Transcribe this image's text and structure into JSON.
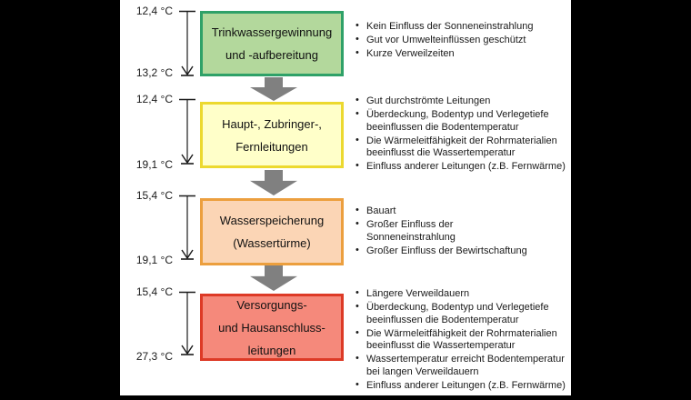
{
  "canvas": {
    "background": "#000000",
    "panel_background": "#ffffff",
    "flow_arrow_color": "#808080",
    "dim_arrow_color": "#1a1a1a"
  },
  "stages": [
    {
      "title": "Trinkwassergewinnung\nund -aufbereitung",
      "temp_top": "12,4 °C",
      "temp_bottom": "13,2 °C",
      "fill": "#b3d89c",
      "border": "#2fa168",
      "bullets": [
        "Kein Einfluss der Sonneneinstrahlung",
        "Gut vor Umwelteinflüssen geschützt",
        "Kurze Verweilzeiten"
      ]
    },
    {
      "title": "Haupt-, Zubringer-,\nFernleitungen",
      "temp_top": "12,4 °C",
      "temp_bottom": "19,1 °C",
      "fill": "#ffffc9",
      "border": "#ecd92f",
      "bullets": [
        "Gut durchströmte Leitungen",
        "Überdeckung, Bodentyp und Verlegetiefe\nbeeinflussen die Bodentemperatur",
        "Die Wärmeleitfähigkeit der Rohrmaterialien\nbeeinflusst die Wassertemperatur",
        "Einfluss anderer Leitungen (z.B. Fernwärme)"
      ]
    },
    {
      "title": "Wasserspeicherung\n(Wassertürme)",
      "temp_top": "15,4 °C",
      "temp_bottom": "19,1 °C",
      "fill": "#fbd5b5",
      "border": "#ec9f3e",
      "bullets": [
        "Bauart",
        "Großer Einfluss der\nSonneneinstrahlung",
        "Großer Einfluss der Bewirtschaftung"
      ]
    },
    {
      "title": "Versorgungs-\nund Hausanschluss-\nleitungen",
      "temp_top": "15,4 °C",
      "temp_bottom": "27,3 °C",
      "fill": "#f5897b",
      "border": "#dd3a26",
      "bullets": [
        "Längere Verweildauern",
        "Überdeckung, Bodentyp und Verlegetiefe\nbeeinflussen die Bodentemperatur",
        "Die Wärmeleitfähigkeit der Rohrmaterialien\nbeeinflusst die Wassertemperatur",
        "Wassertemperatur erreicht Bodentemperatur\nbei langen Verweildauern",
        "Einfluss anderer Leitungen (z.B. Fernwärme)"
      ]
    }
  ]
}
